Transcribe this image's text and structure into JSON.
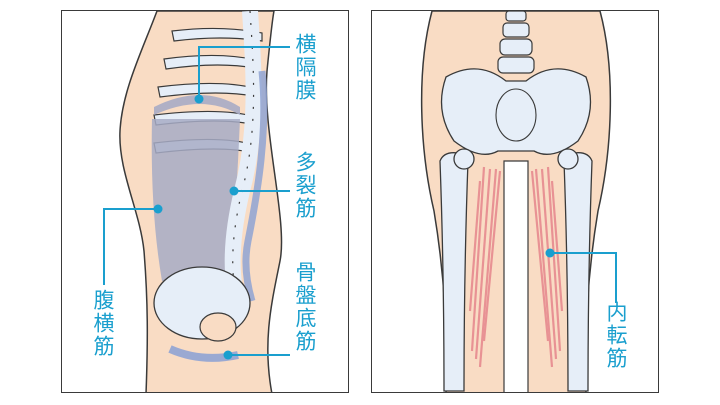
{
  "labels": {
    "diaphragm": "横隔膜",
    "multifidus": "多裂筋",
    "pelvic_floor": "骨盤底筋",
    "transversus_abdominis": "腹横筋",
    "adductors": "内転筋"
  },
  "colors": {
    "skin": "#f9dcc4",
    "bone": "#e6eef8",
    "bone_outline": "#3a3a3a",
    "deep_muscle": "#a7abc5",
    "muscle_band": "#8fa3d4",
    "adductor_muscle": "#e88f92",
    "leader_line": "#1a9fce",
    "frame": "#3a3a3a"
  }
}
